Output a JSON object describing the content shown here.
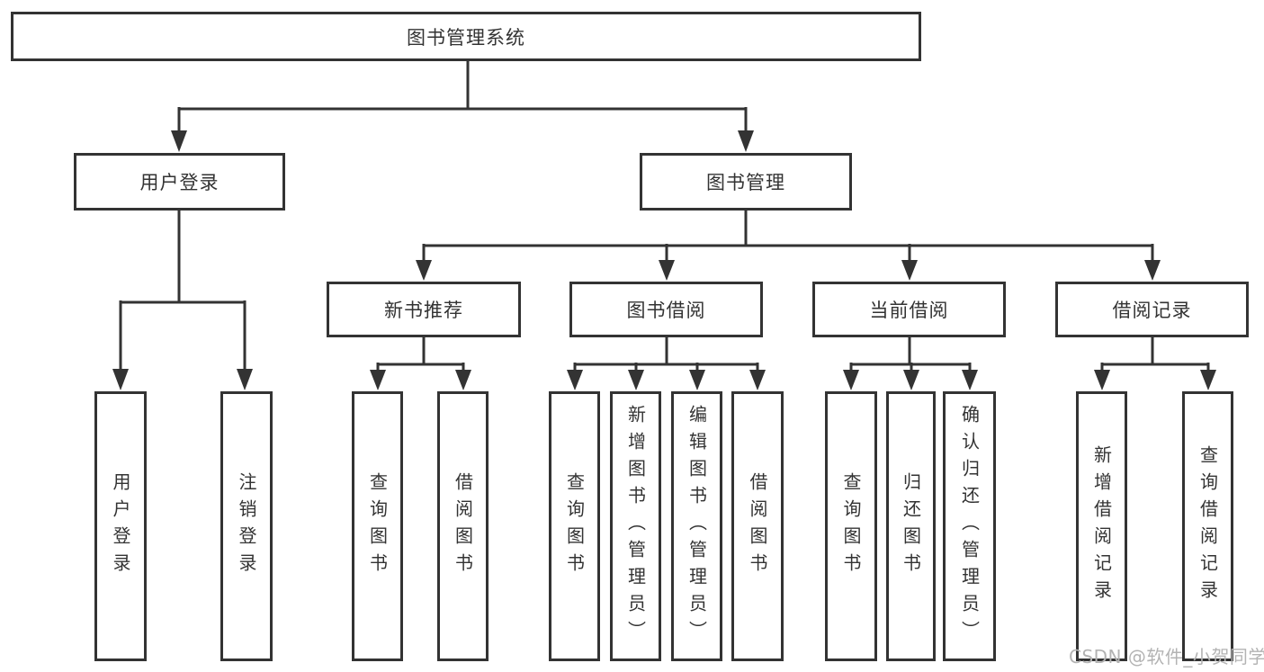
{
  "colors": {
    "line": "#333333",
    "box_border": "#333333",
    "box_fill": "#ffffff",
    "text": "#333333",
    "watermark_text": "#b3b3b3",
    "background": "#ffffff"
  },
  "diagram": {
    "root": {
      "label": "图书管理系统"
    },
    "level1": [
      {
        "label": "用户登录"
      },
      {
        "label": "图书管理"
      }
    ],
    "level2": [
      {
        "label": "新书推荐",
        "parent": "图书管理"
      },
      {
        "label": "图书借阅",
        "parent": "图书管理"
      },
      {
        "label": "当前借阅",
        "parent": "图书管理"
      },
      {
        "label": "借阅记录",
        "parent": "图书管理"
      }
    ],
    "leaves": [
      {
        "label": "用户登录",
        "parent": "用户登录"
      },
      {
        "label": "注销登录",
        "parent": "用户登录"
      },
      {
        "label": "查询图书",
        "parent": "新书推荐"
      },
      {
        "label": "借阅图书",
        "parent": "新书推荐"
      },
      {
        "label": "查询图书",
        "parent": "图书借阅"
      },
      {
        "label": "新增图书（管理员）",
        "parent": "图书借阅"
      },
      {
        "label": "编辑图书（管理员）",
        "parent": "图书借阅"
      },
      {
        "label": "借阅图书",
        "parent": "图书借阅"
      },
      {
        "label": "查询图书",
        "parent": "当前借阅"
      },
      {
        "label": "归还图书",
        "parent": "当前借阅"
      },
      {
        "label": "确认归还（管理员）",
        "parent": "当前借阅"
      },
      {
        "label": "新增借阅记录",
        "parent": "借阅记录"
      },
      {
        "label": "查询借阅记录",
        "parent": "借阅记录"
      }
    ]
  },
  "watermark": {
    "text": "CSDN @软件_小贺同学"
  }
}
